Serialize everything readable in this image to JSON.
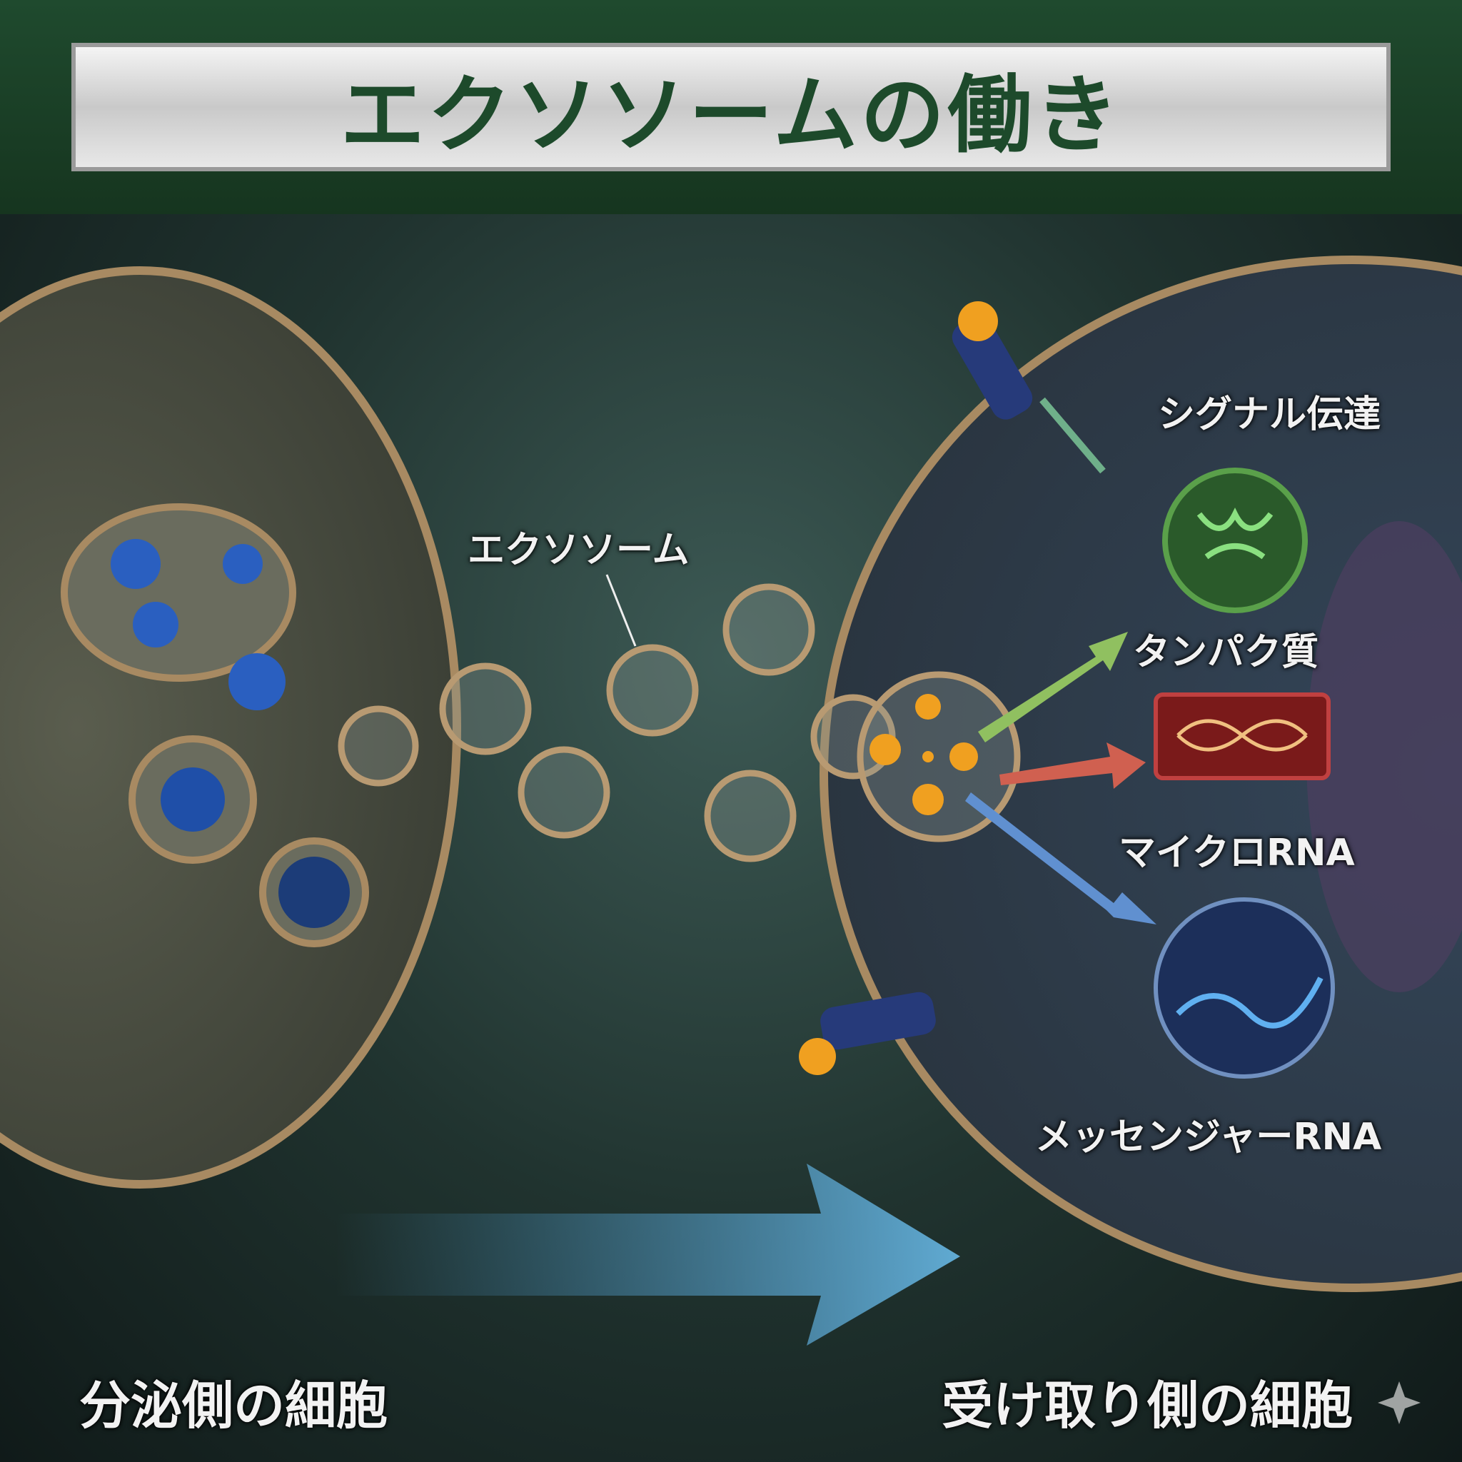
{
  "title": "エクソソームの働き",
  "labels": {
    "exosome": "エクソソーム",
    "signal": "シグナル伝達",
    "protein": "タンパク質",
    "microrna": "マイクロRNA",
    "mrna": "メッセンジャーRNA",
    "secreting_cell": "分泌側の細胞",
    "receiving_cell": "受け取り側の細胞"
  },
  "colors": {
    "title_green": "#1d4a2b",
    "protein": "#3f8a3a",
    "microrna": "#8a1e1e",
    "mrna": "#1c2f5a",
    "arrow": "#5fb0e0"
  }
}
